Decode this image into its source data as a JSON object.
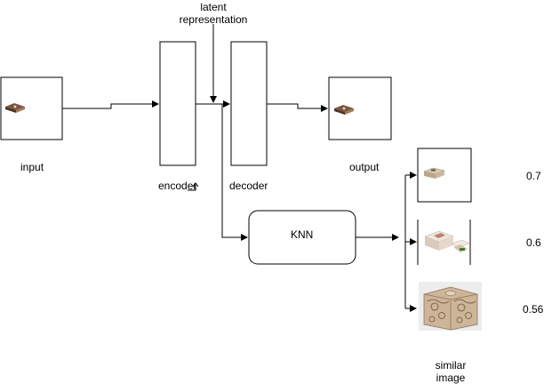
{
  "labels": {
    "latent_line1": "latent",
    "latent_line2": "representation",
    "input": "input",
    "encoder": "encoder",
    "decoder": "decoder",
    "output": "output",
    "knn": "KNN",
    "similar_line1": "similar",
    "similar_line2": "image"
  },
  "similarity_scores": [
    "0.7",
    "0.6",
    "0.56"
  ],
  "icons": {
    "input_image": "small-box-icon",
    "output_image": "small-box-icon",
    "similar_1": "kraft-box-icon",
    "similar_2": "gift-box-set-icon",
    "similar_3": "carved-wooden-box-icon"
  },
  "colors": {
    "stroke": "#000000",
    "box_dark": "#6b4a36",
    "box_light": "#d8c8b6"
  }
}
